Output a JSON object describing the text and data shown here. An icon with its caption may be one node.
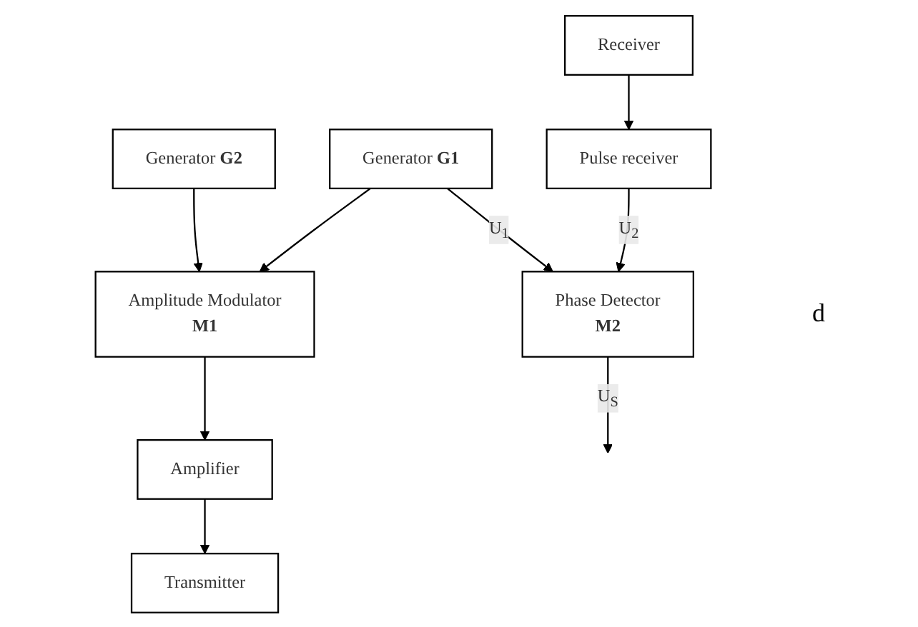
{
  "diagram": {
    "nodes": [
      {
        "text": [
          "Generator **G2**"
        ]
      },
      {
        "text": [
          "Amplitude Modulator",
          "M1"
        ]
      },
      {
        "text": [
          "Amplifier"
        ]
      },
      {
        "text": [
          "Generator **G1**"
        ]
      },
      {
        "text": [
          "Transmitter"
        ]
      },
      {
        "text": [
          "Receiver"
        ]
      },
      {
        "text": [
          "Pulse receiver"
        ]
      },
      {
        "text": [
          "Phase Detector",
          "M2"
        ]
      }
    ],
    "edges": [
      {
        "from": 0,
        "to": 1,
        "arrow": "to"
      },
      {
        "from": 1,
        "to": 2,
        "arrow": "to"
      },
      {
        "from": 2,
        "to": 4,
        "arrow": "to"
      },
      {
        "from": 3,
        "to": 1,
        "arrow": "to"
      },
      {
        "from": 3,
        "to": 7,
        "arrow": "to",
        "label": "U$_{1}$"
      },
      {
        "from": 5,
        "to": 6,
        "arrow": "to"
      },
      {
        "from": 6,
        "to": 7,
        "arrow": "to",
        "label": "U$_{2}$"
      },
      {
        "from": 7,
        "to": null,
        "arrow": "to",
        "label": "U$_{S}$"
      }
    ],
    "labels": [
      "d"
    ]
  }
}
